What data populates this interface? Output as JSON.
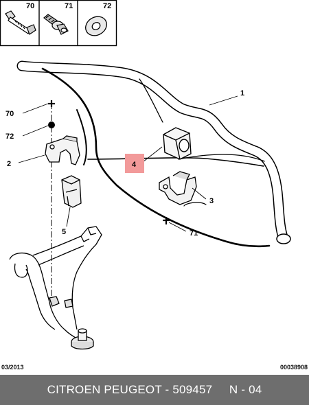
{
  "hardware_box": {
    "cells": [
      {
        "ref": "70",
        "icon": "bolt-icon"
      },
      {
        "ref": "71",
        "icon": "flanged-screw-icon"
      },
      {
        "ref": "72",
        "icon": "washer-icon"
      }
    ]
  },
  "callouts": {
    "c1": "1",
    "c2": "2",
    "c3": "3",
    "c4": "4",
    "c5": "5",
    "c70": "70",
    "c71": "71",
    "c72": "72"
  },
  "highlight_color": "#f29a9a",
  "footer": {
    "date": "03/2013",
    "doc_number": "00038908",
    "caption": "CITROEN PEUGEOT - 509457     N - 04"
  }
}
